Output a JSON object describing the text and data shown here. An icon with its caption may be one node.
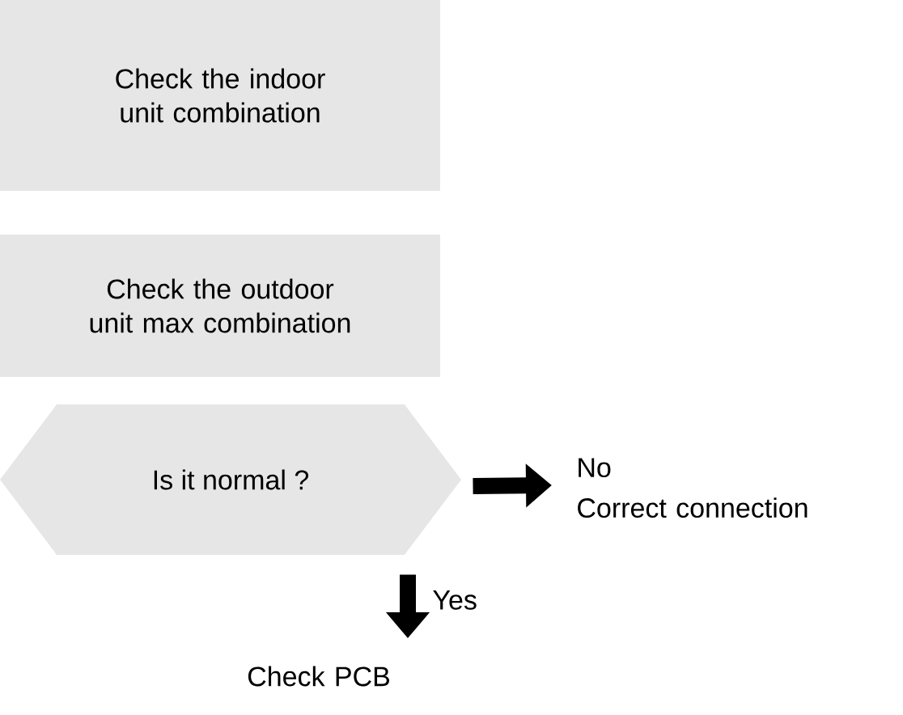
{
  "diagram": {
    "nodes": [
      {
        "text": [
          "Check the indoor unit combination"
        ]
      },
      {
        "text": [
          "Check the outdoor unit max combination"
        ]
      },
      {
        "text": [
          "Is it normal ?"
        ]
      },
      {
        "text": [
          "No",
          "Correct connection"
        ]
      },
      {
        "text": [
          "Check PCB"
        ]
      }
    ],
    "edges": [
      {
        "from": 2,
        "to": 3,
        "arrow": "to"
      },
      {
        "from": 2,
        "to": 4,
        "arrow": "to",
        "label": "Yes"
      }
    ]
  }
}
